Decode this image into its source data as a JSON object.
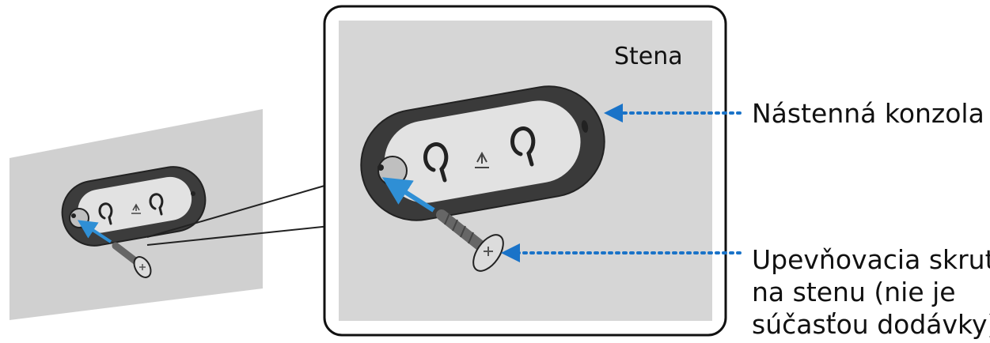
{
  "labels": {
    "wall": "Stena",
    "bracket": "Nástenná konzola",
    "screw": [
      "Upevňovacia skrutka",
      "na stenu (nie je",
      "súčasťou dodávky)"
    ]
  },
  "colors": {
    "wall_small": "#d0d0d0",
    "wall_zoom": "#d6d6d6",
    "bracket_outer": "#3c3c3c",
    "bracket_inner": "#e2e2e2",
    "arrow_blue": "#2f8fd5",
    "leader_blue": "#1a73c8",
    "outline": "#222222"
  },
  "icons": [
    "keyhole-slot-icon",
    "up-arrow-icon",
    "screw-icon",
    "arrow-icon"
  ]
}
